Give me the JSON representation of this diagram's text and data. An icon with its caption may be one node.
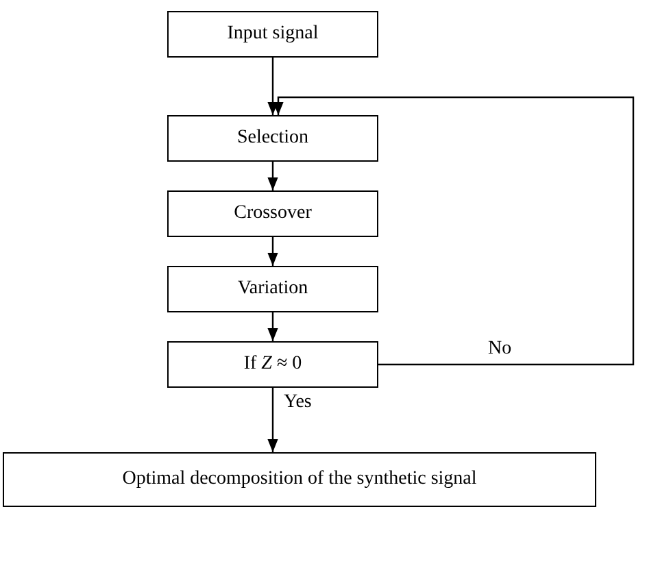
{
  "diagram": {
    "nodes": [
      {
        "text": [
          "Input signal"
        ]
      },
      {
        "text": [
          "Selection"
        ]
      },
      {
        "text": [
          "Crossover"
        ]
      },
      {
        "text": [
          "Variation"
        ]
      },
      {
        "text": [
          "If *Z* ≈ 0"
        ]
      },
      {
        "text": [
          "Optimal decomposition of the synthetic signal"
        ]
      }
    ],
    "edges": [
      {
        "from": 0,
        "to": 1,
        "arrow": "to"
      },
      {
        "from": 1,
        "to": 2,
        "arrow": "to"
      },
      {
        "from": 2,
        "to": 3,
        "arrow": "to"
      },
      {
        "from": 3,
        "to": 4,
        "arrow": "to"
      },
      {
        "from": 4,
        "to": 5,
        "arrow": "to",
        "label": "Yes"
      },
      {
        "from": 4,
        "to": 1,
        "arrow": "to",
        "label": "No"
      }
    ]
  }
}
